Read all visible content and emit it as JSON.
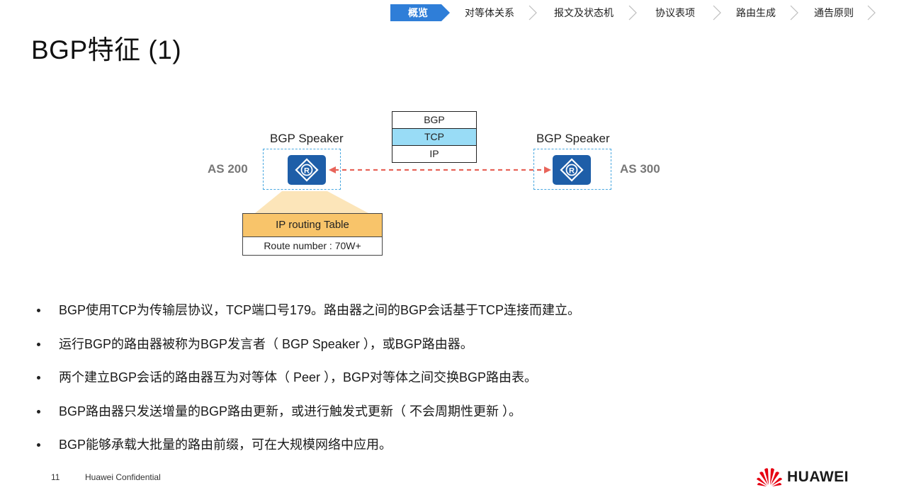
{
  "nav": {
    "items": [
      {
        "label": "概览",
        "active": true
      },
      {
        "label": "对等体关系",
        "active": false
      },
      {
        "label": "报文及状态机",
        "active": false
      },
      {
        "label": "协议表项",
        "active": false
      },
      {
        "label": "路由生成",
        "active": false
      },
      {
        "label": "通告原则",
        "active": false
      }
    ],
    "active_color": "#2f7ed8"
  },
  "title": "BGP特征 (1)",
  "diagram": {
    "protocol_stack": [
      "BGP",
      "TCP",
      "IP"
    ],
    "left": {
      "as": "AS 200",
      "speaker": "BGP Speaker"
    },
    "right": {
      "as": "AS 300",
      "speaker": "BGP Speaker"
    },
    "routing_table": {
      "header": "IP routing Table",
      "row": "Route number : 70W+"
    },
    "colors": {
      "tcp": "#99dcf6",
      "table_header": "#f8c46a",
      "router": "#1e5ea8",
      "link": "#e8645a",
      "dashed_box": "#4aa8e0"
    }
  },
  "bullets": [
    "BGP使用TCP为传输层协议，TCP端口号179。路由器之间的BGP会话基于TCP连接而建立。",
    "运行BGP的路由器被称为BGP发言者（ BGP Speaker ），或BGP路由器。",
    "两个建立BGP会话的路由器互为对等体（ Peer ），BGP对等体之间交换BGP路由表。",
    "BGP路由器只发送增量的BGP路由更新，或进行触发式更新（ 不会周期性更新 ）。",
    "BGP能够承载大批量的路由前缀，可在大规模网络中应用。"
  ],
  "footer": {
    "page_number": "11",
    "confidential": "Huawei Confidential",
    "brand": "HUAWEI"
  }
}
